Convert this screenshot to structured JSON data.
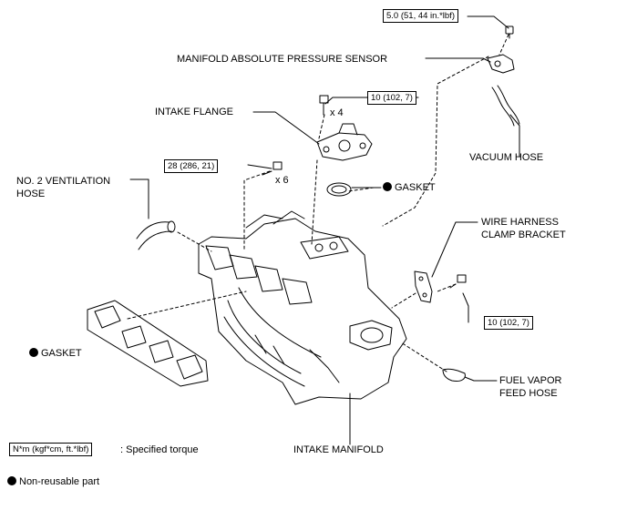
{
  "labels": {
    "map_sensor": "MANIFOLD ABSOLUTE PRESSURE SENSOR",
    "intake_flange": "INTAKE FLANGE",
    "vacuum_hose": "VACUUM HOSE",
    "ventilation_hose_line1": "NO. 2 VENTILATION",
    "ventilation_hose_line2": "HOSE",
    "gasket_upper": "GASKET",
    "gasket_lower": "GASKET",
    "wire_harness_line1": "WIRE HARNESS",
    "wire_harness_line2": "CLAMP BRACKET",
    "fuel_vapor_line1": "FUEL VAPOR",
    "fuel_vapor_line2": "FEED HOSE",
    "intake_manifold": "INTAKE MANIFOLD"
  },
  "torques": {
    "map_sensor_bolt": "5.0 (51, 44 in.*lbf)",
    "flange_bolts": "10 (102, 7)",
    "manifold_bolts": "28 (286, 21)",
    "bracket_bolt": "10 (102, 7)"
  },
  "quantities": {
    "flange_bolts": "x 4",
    "manifold_bolts": "x 6"
  },
  "legend": {
    "torque_box": "N*m (kgf*cm, ft.*lbf)",
    "torque_desc": ": Specified torque",
    "non_reusable": "Non-reusable part"
  }
}
